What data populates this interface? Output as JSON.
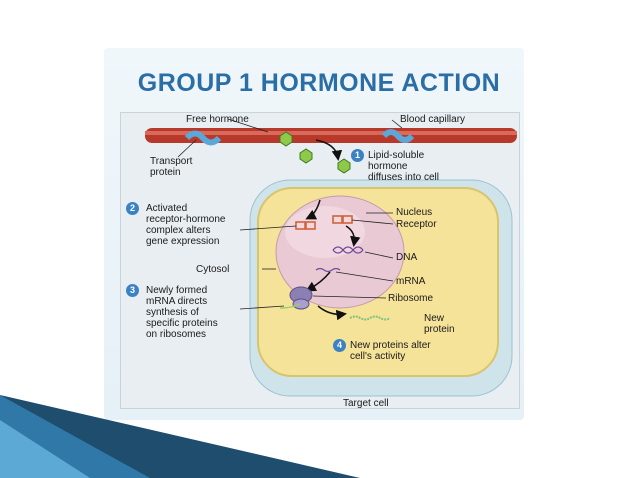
{
  "slide": {
    "title": "GROUP 1 HORMONE ACTION"
  },
  "diagram": {
    "labels": {
      "free_hormone": "Free hormone",
      "blood_capillary": "Blood capillary",
      "transport_protein": "Transport\nprotein",
      "nucleus": "Nucleus",
      "receptor": "Receptor",
      "dna": "DNA",
      "mrna": "mRNA",
      "ribosome": "Ribosome",
      "new_protein": "New\nprotein",
      "cytosol": "Cytosol",
      "target_cell": "Target cell"
    },
    "steps": [
      {
        "number": "1",
        "text": "Lipid-soluble\nhormone\ndiffuses into cell"
      },
      {
        "number": "2",
        "text": "Activated\nreceptor-hormone\ncomplex alters\ngene expression"
      },
      {
        "number": "3",
        "text": "Newly formed\nmRNA directs\nsynthesis of\nspecific proteins\non ribosomes"
      },
      {
        "number": "4",
        "text": "New proteins alter\ncell's activity"
      }
    ]
  },
  "colors": {
    "title": "#2b6ea6",
    "step_badge": "#3a82c4",
    "capillary": "#b8382a",
    "cell": "#f5e39a",
    "nucleus": "#e9c9d3",
    "hormone": "#8fc94a"
  }
}
